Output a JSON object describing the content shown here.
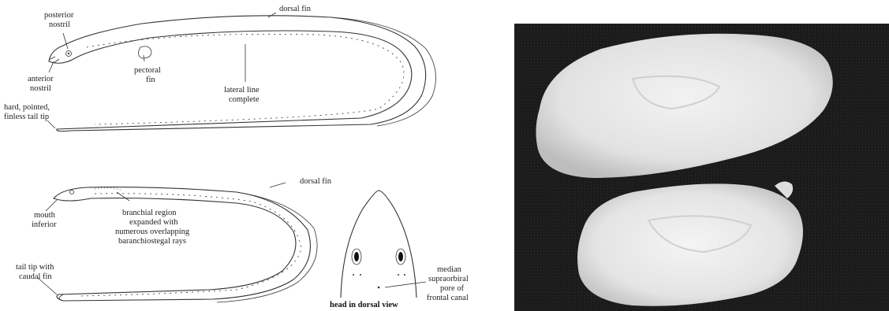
{
  "diagram": {
    "eel1": {
      "posterior_nostril_line1": "posterior",
      "posterior_nostril_line2": "nostril",
      "anterior_nostril_line1": "anterior",
      "anterior_nostril_line2": "nostril",
      "pectoral_fin_line1": "pectoral",
      "pectoral_fin_line2": "fin",
      "lateral_line_line1": "lateral line",
      "lateral_line_line2": "complete",
      "dorsal_fin": "dorsal fin",
      "tail_tip_line1": "hard, pointed,",
      "tail_tip_line2": "finless tail tip"
    },
    "eel2": {
      "dorsal_fin": "dorsal fin",
      "mouth_line1": "mouth",
      "mouth_line2": "inferior",
      "branchial_line1": "branchial region",
      "branchial_line2": "expanded with",
      "branchial_line3": "numerous overlapping",
      "branchial_line4": "baranchiostegal rays",
      "tail_line1": "tail tip with",
      "tail_line2": "caudal fin"
    },
    "head": {
      "pore_line1": "median",
      "pore_line2": "supraorbiral",
      "pore_line3": "pore of",
      "pore_line4": "frontal canal",
      "caption": "head in dorsal view"
    }
  },
  "colors": {
    "photo_background": "#1c1c1c",
    "otolith": "#e9e9e9"
  }
}
